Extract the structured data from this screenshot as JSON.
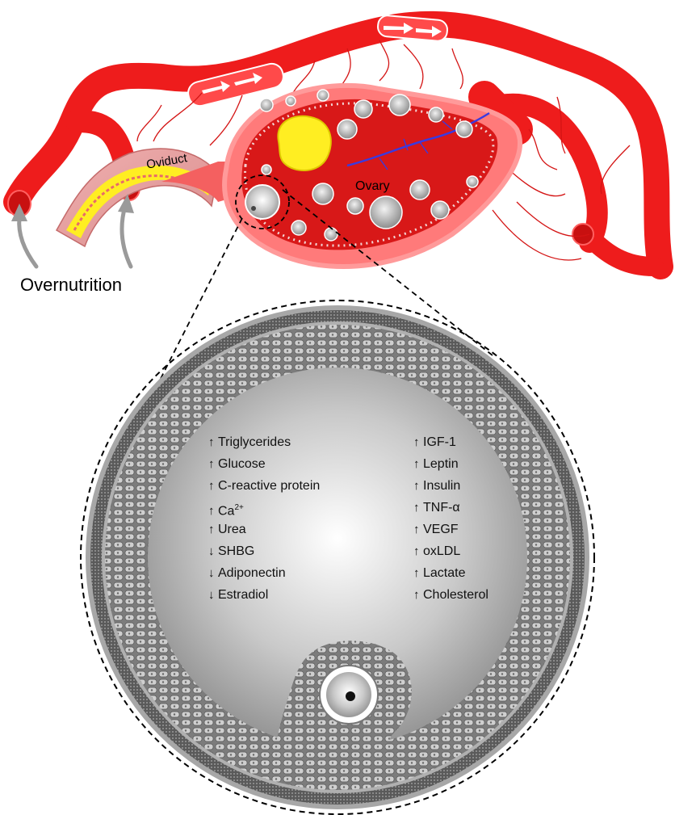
{
  "labels": {
    "oviduct": "Oviduct",
    "ovary": "Ovary",
    "overnutrition": "Overnutrition"
  },
  "left_list": [
    {
      "dir": "up",
      "arrow": "↑",
      "text": "Triglycerides",
      "sup": ""
    },
    {
      "dir": "up",
      "arrow": "↑",
      "text": "Glucose",
      "sup": ""
    },
    {
      "dir": "up",
      "arrow": "↑",
      "text": "C-reactive protein",
      "sup": ""
    },
    {
      "dir": "up",
      "arrow": "↑",
      "text": "Ca",
      "sup": "2+"
    },
    {
      "dir": "up",
      "arrow": "↑",
      "text": "Urea",
      "sup": ""
    },
    {
      "dir": "down",
      "arrow": "↓",
      "text": "SHBG",
      "sup": ""
    },
    {
      "dir": "down",
      "arrow": "↓",
      "text": "Adiponectin",
      "sup": ""
    },
    {
      "dir": "down",
      "arrow": "↓",
      "text": "Estradiol",
      "sup": ""
    }
  ],
  "right_list": [
    {
      "dir": "up",
      "arrow": "↑",
      "text": "IGF-1",
      "sup": ""
    },
    {
      "dir": "up",
      "arrow": "↑",
      "text": "Leptin",
      "sup": ""
    },
    {
      "dir": "up",
      "arrow": "↑",
      "text": "Insulin",
      "sup": ""
    },
    {
      "dir": "up",
      "arrow": "↑",
      "text": "TNF-α",
      "sup": ""
    },
    {
      "dir": "up",
      "arrow": "↑",
      "text": "VEGF",
      "sup": ""
    },
    {
      "dir": "up",
      "arrow": "↑",
      "text": "oxLDL",
      "sup": ""
    },
    {
      "dir": "up",
      "arrow": "↑",
      "text": "Lactate",
      "sup": ""
    },
    {
      "dir": "up",
      "arrow": "↑",
      "text": "Cholesterol",
      "sup": ""
    }
  ],
  "colors": {
    "vessel": "#ee1c1c",
    "ovary_outer": "#ff6b6b",
    "ovary_inner": "#d81818",
    "corpus_luteum": "#ffee22",
    "vein": "#3a3adf",
    "follicle_gray": "#9a9a9a"
  }
}
